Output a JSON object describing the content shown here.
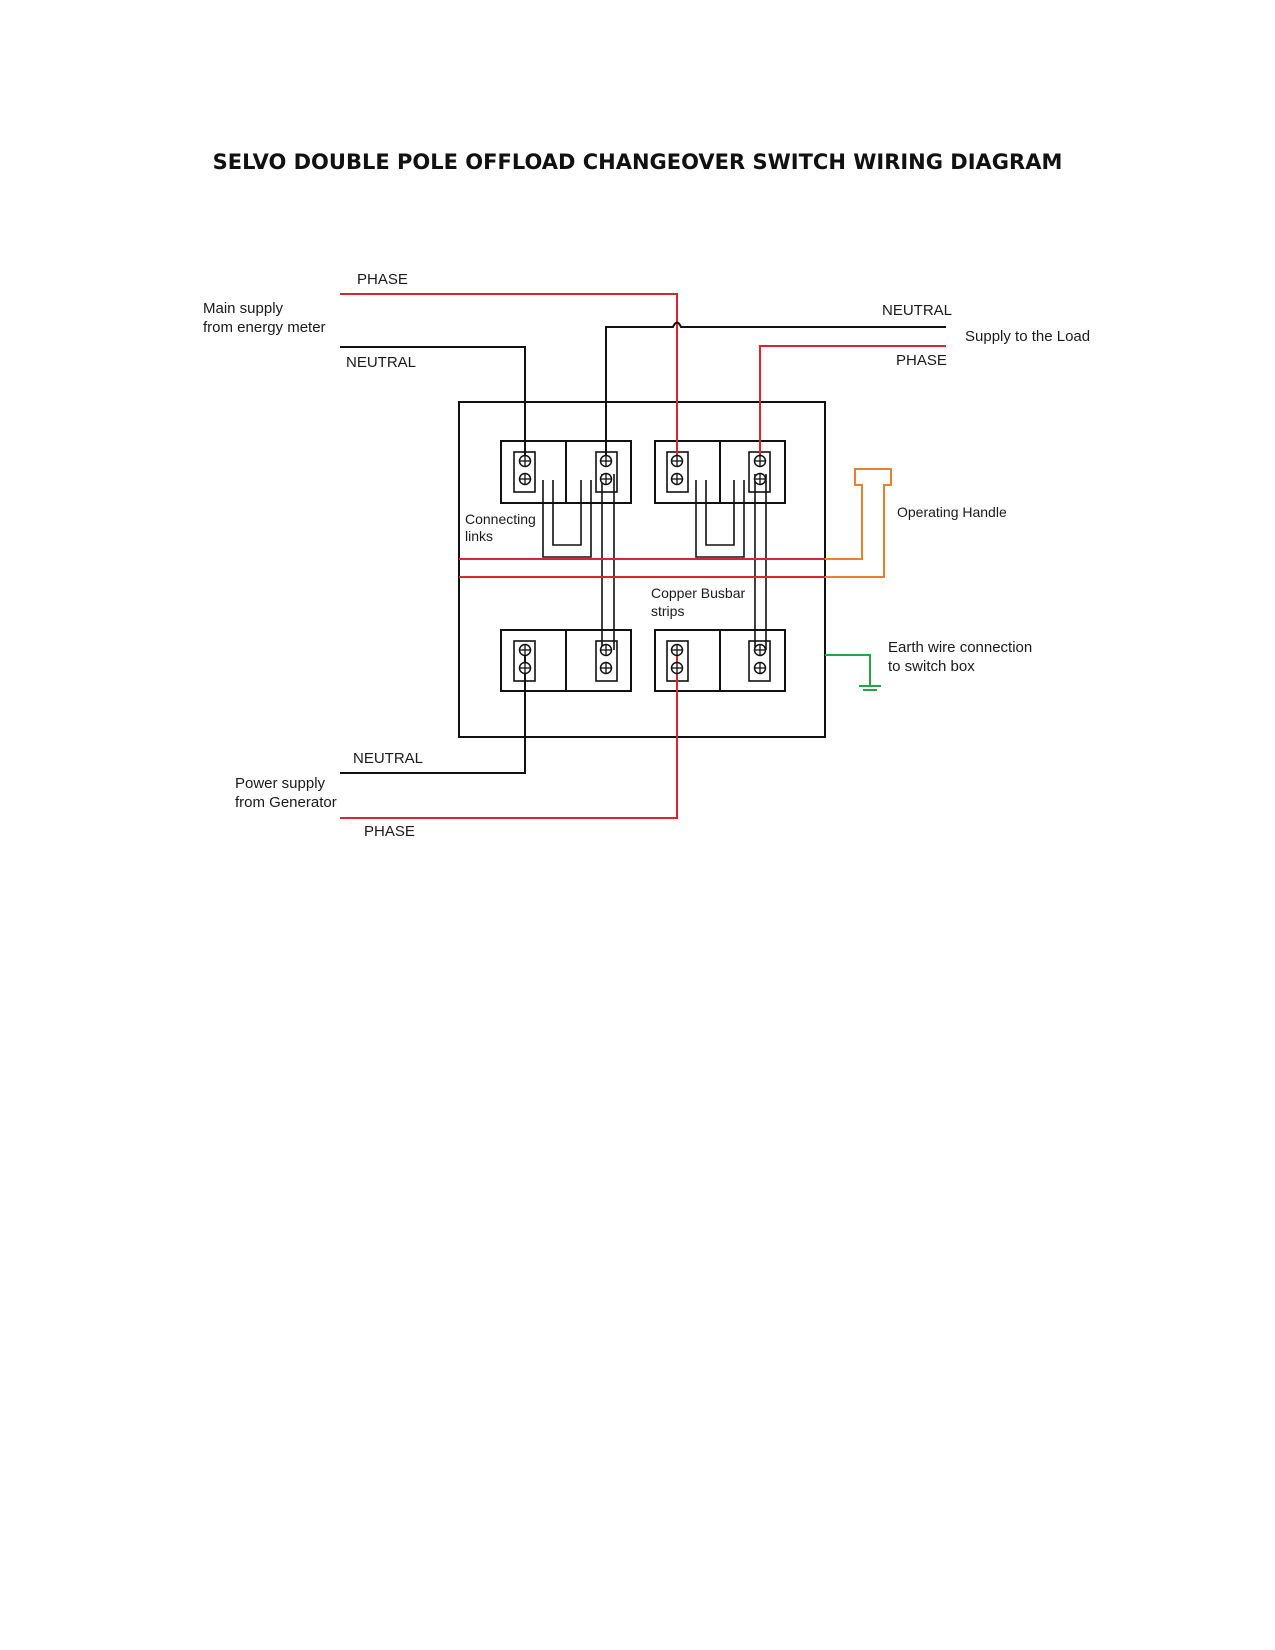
{
  "title": "SELVO DOUBLE POLE OFFLOAD CHANGEOVER SWITCH WIRING DIAGRAM",
  "labels": {
    "main_phase": "PHASE",
    "main_supply_line1": "Main supply",
    "main_supply_line2": "from energy meter",
    "main_neutral": "NEUTRAL",
    "load_neutral": "NEUTRAL",
    "load_supply": "Supply to the Load",
    "load_phase": "PHASE",
    "connecting_links_line1": "Connecting",
    "connecting_links_line2": "links",
    "operating_handle": "Operating Handle",
    "copper_busbar_line1": "Copper Busbar",
    "copper_busbar_line2": "strips",
    "earth_line1": "Earth wire connection",
    "earth_line2": "to switch box",
    "gen_neutral": "NEUTRAL",
    "gen_supply_line1": "Power supply",
    "gen_supply_line2": "from Generator",
    "gen_phase": "PHASE"
  },
  "colors": {
    "phase_wire": "#d7262e",
    "neutral_wire": "#111111",
    "handle": "#e8802c",
    "earth": "#2aa24a"
  },
  "icons": [
    "terminal-screw-icon",
    "earth-ground-icon"
  ]
}
